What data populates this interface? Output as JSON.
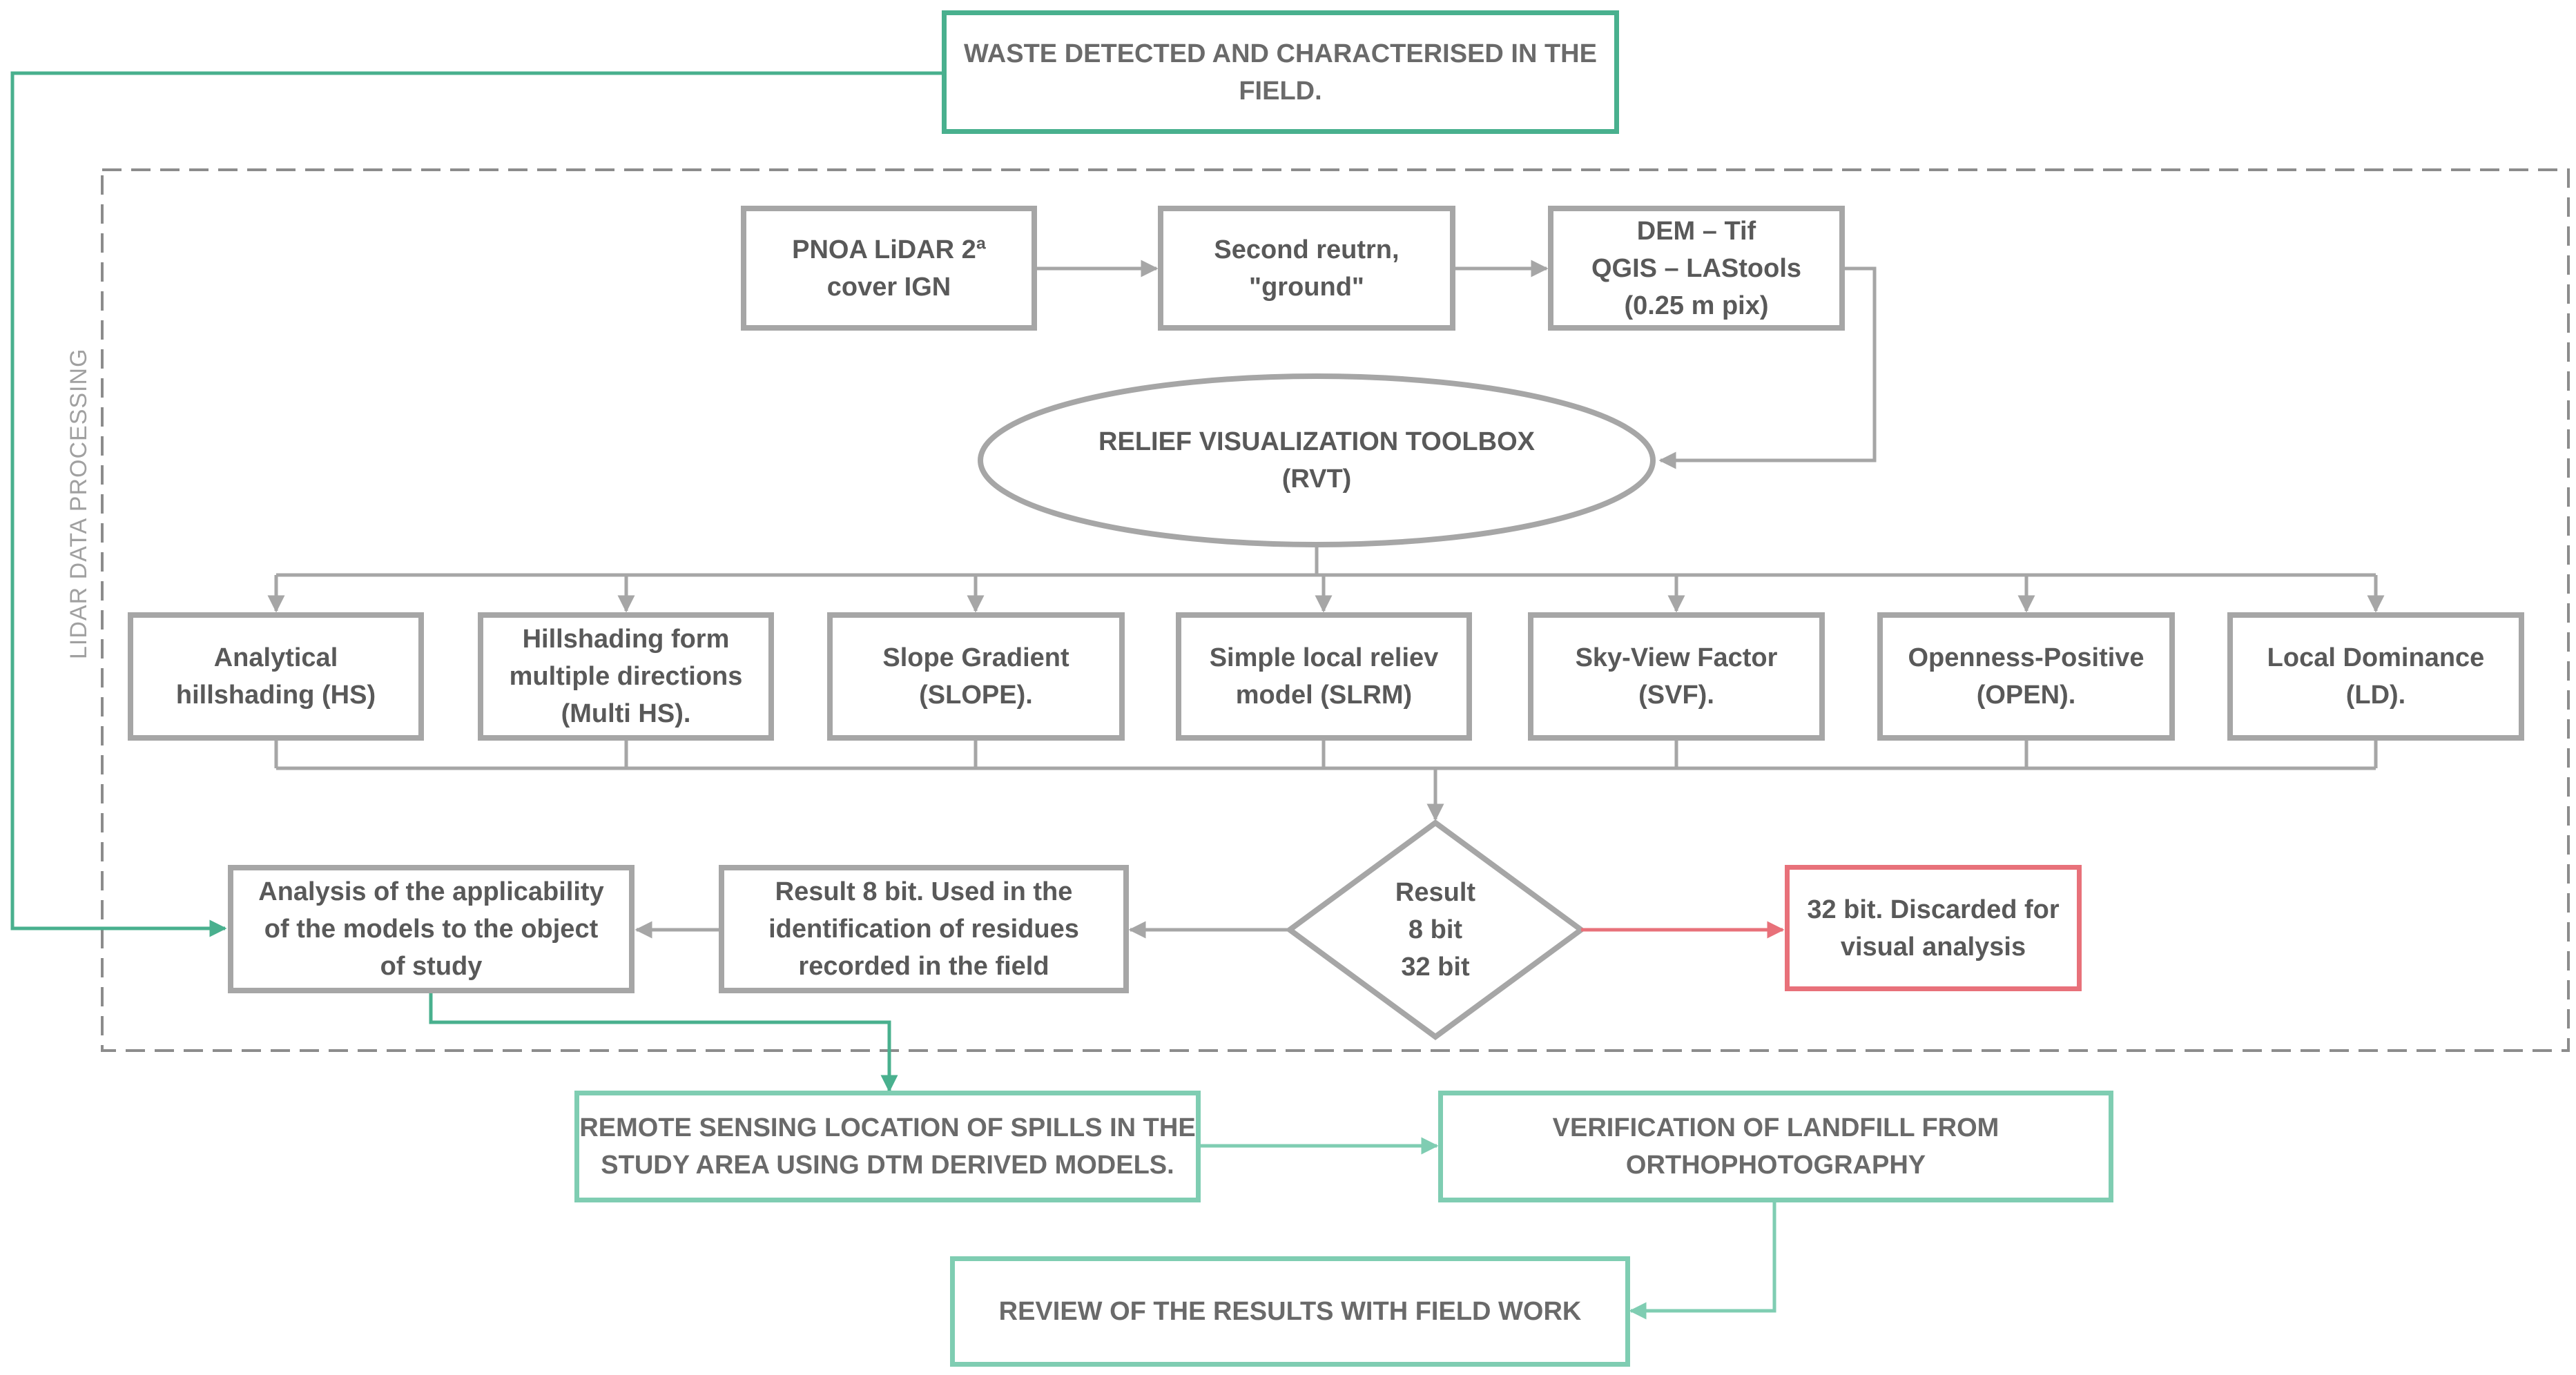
{
  "diagram": {
    "section_label": "LIDAR DATA PROCESSING",
    "nodes": {
      "waste_field": "WASTE DETECTED AND CHARACTERISED IN THE\nFIELD.",
      "pnoa": "PNOA LiDAR 2ª\ncover IGN",
      "second_return": "Second reutrn,\n\"ground\"",
      "dem": "DEM – Tif\nQGIS – LAStools\n(0.25 m pix)",
      "rvt": "RELIEF VISUALIZATION TOOLBOX\n(RVT)",
      "hs": "Analytical\nhillshading (HS)",
      "multi_hs": "Hillshading form\nmultiple directions\n(Multi HS).",
      "slope": "Slope Gradient\n(SLOPE).",
      "slrm": "Simple local reliev\nmodel (SLRM)",
      "svf": "Sky-View Factor\n(SVF).",
      "open": "Openness-Positive\n(OPEN).",
      "ld": "Local Dominance\n(LD).",
      "result_decision": "Result\n8 bit\n32 bit",
      "discarded_32bit": "32 bit. Discarded for\nvisual analysis",
      "result_8bit": "Result 8 bit. Used in the\nidentification of residues\nrecorded in the field",
      "applicability": "Analysis of the applicability\nof the models to the object\nof study",
      "remote_sensing": "REMOTE SENSING LOCATION OF SPILLS IN THE\nSTUDY AREA USING DTM DERIVED MODELS.",
      "verification": "VERIFICATION OF LANDFILL FROM\nORTHOPHOTOGRAPHY",
      "review": "REVIEW OF THE RESULTS WITH FIELD WORK"
    },
    "colors": {
      "gray_border": "#a6a6a6",
      "gray_text": "#595959",
      "teal_dark": "#49b08e",
      "teal_light": "#7fcdb2",
      "red": "#e8717a",
      "dashed_frame": "#8c8c8c"
    }
  }
}
